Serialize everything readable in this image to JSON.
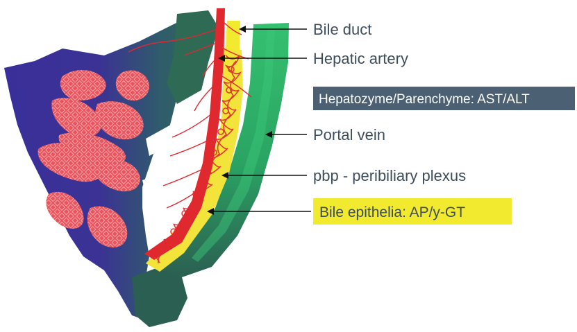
{
  "labels": {
    "bile_duct": "Bile duct",
    "hepatic_artery": "Hepatic artery",
    "portal_vein": "Portal vein",
    "pbp": "pbp - peribiliary plexus"
  },
  "boxes": {
    "hepatozyme": "Hepatozyme/Parenchyme: AST/ALT",
    "bile_epithelia": "Bile epithelia: AP/y-GT"
  },
  "colors": {
    "portal_vein": "#2fb66a",
    "hepatic_artery": "#e0282f",
    "bile_duct": "#f2ea2e",
    "parenchyma_blue": "#3a2f9a",
    "parenchyma_green": "#2f6a55",
    "hepatocyte_red": "#e8555e",
    "label_box_dark": "#4b6072",
    "label_box_yellow": "#f2ea2e",
    "label_text": "#3e4d5c"
  }
}
